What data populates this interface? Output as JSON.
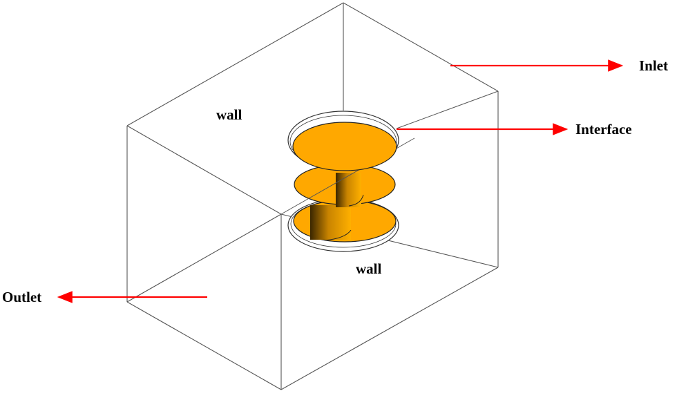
{
  "labels": {
    "inlet": "Inlet",
    "interface": "Interface",
    "outlet": "Outlet",
    "wall_top": "wall",
    "wall_front": "wall"
  },
  "colors": {
    "arrow": "#ff0000",
    "rotor": "#ffa800",
    "edge": "#555555"
  }
}
